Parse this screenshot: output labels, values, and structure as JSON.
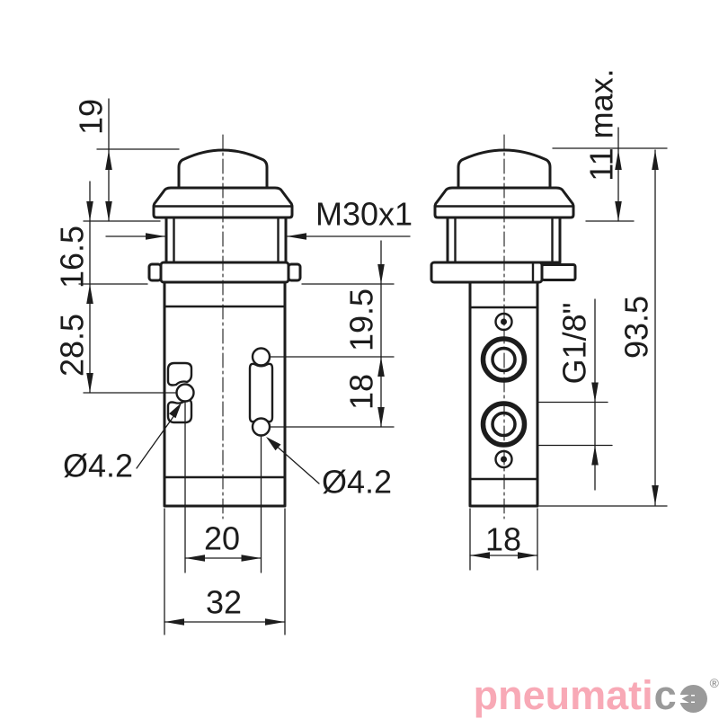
{
  "drawing": {
    "type": "technical-drawing-two-views-pushbutton-valve",
    "line_color": "#1c1c1c",
    "background": "#ffffff",
    "dimensions": {
      "button_height": "19",
      "bezel_to_panel": "16.5",
      "panel_to_hole": "28.5",
      "thread": "M30x1",
      "panel_to_port": "19.5",
      "port_spacing_front": "18",
      "hole_left": "Ø4.2",
      "hole_right": "Ø4.2",
      "hole_centers_width": "20",
      "body_width": "32",
      "stroke_max": "11 max.",
      "total_height": "93.5",
      "port_thread": "G1/8\"",
      "body_depth": "18"
    }
  },
  "logo": {
    "text_primary": "pneumati",
    "text_secondary": "c",
    "registered": "®",
    "color_primary": "#f8a9b6",
    "color_secondary": "#9a9a9a"
  }
}
